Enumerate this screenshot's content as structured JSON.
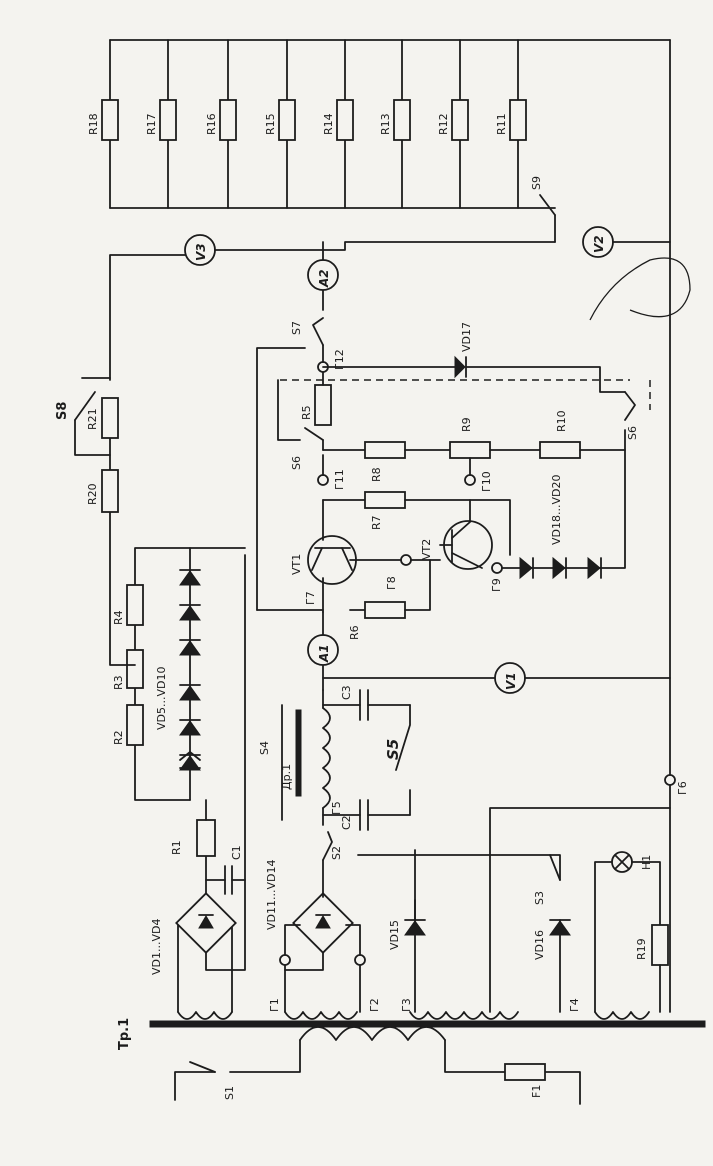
{
  "transformer": "Тр.1",
  "switches": [
    "S1",
    "S2",
    "S3",
    "S4",
    "S5",
    "S6",
    "S6",
    "S7",
    "S8",
    "S9"
  ],
  "fuse": "F1",
  "lamp": "H1",
  "choke": "Др.1",
  "resistors": [
    "R1",
    "R2",
    "R3",
    "R4",
    "R5",
    "R6",
    "R7",
    "R8",
    "R9",
    "R10",
    "R11",
    "R12",
    "R13",
    "R14",
    "R15",
    "R16",
    "R17",
    "R18",
    "R19",
    "R20",
    "R21"
  ],
  "bridges": [
    "VD1...VD4",
    "VD11...VD14"
  ],
  "diodes": [
    "VD5...VD10",
    "VD15",
    "VD16",
    "VD17",
    "VD18...VD20"
  ],
  "transistors": [
    "VT1",
    "VT2"
  ],
  "capacitors": [
    "C1",
    "C2",
    "C3"
  ],
  "meters": [
    "A1",
    "A2",
    "V1",
    "V2",
    "V3"
  ],
  "sockets": [
    "Г1",
    "Г2",
    "Г3",
    "Г4",
    "Г5",
    "Г6",
    "Г7",
    "Г8",
    "Г9",
    "Г10",
    "Г11",
    "Г12"
  ]
}
